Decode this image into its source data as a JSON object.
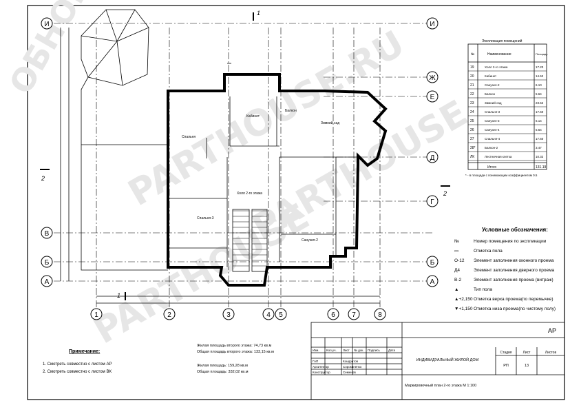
{
  "plan": {
    "grid_letters": [
      "И",
      "Ж",
      "Е",
      "Д",
      "Г",
      "В",
      "Б",
      "А"
    ],
    "grid_numbers": [
      "1",
      "2",
      "3",
      "4",
      "5",
      "6",
      "7",
      "8"
    ],
    "section_mark": "1",
    "section_mark_side": "2"
  },
  "room_labels": {
    "hall": "Холл 2-го этажа",
    "study": "Кабинет",
    "bedroom": "Спальня",
    "bedroom_2": "Спальня-3",
    "bath_1": "Санузел-2",
    "winter_garden": "Зимний сад",
    "loggia": "Балкон"
  },
  "legend": {
    "title": "Условные обозначения:",
    "items": [
      {
        "sym": "№",
        "text": "Номер помещения по экспликации"
      },
      {
        "sym": "▭",
        "text": "Отметка пола"
      },
      {
        "sym": "О-12",
        "text": "Элемент заполнения оконного проема"
      },
      {
        "sym": "Д4",
        "text": "Элемент заполнения дверного проема"
      },
      {
        "sym": "В-2",
        "text": "Элемент заполнения проема (витраж)"
      },
      {
        "sym": "▲",
        "text": "Тип пола"
      },
      {
        "sym": "▲+2,150",
        "text": "Отметка верха проема(по перемычке)"
      },
      {
        "sym": "▼+1,150",
        "text": "Отметка низа проема(по чистому полу)"
      }
    ]
  },
  "explication": {
    "title": "Экспликация помещений",
    "col_no": "№",
    "col_name": "Наименование",
    "col_area": "Площадь",
    "rows": [
      {
        "no": "19",
        "name": "Холл 2-го этажа",
        "area": "17.20"
      },
      {
        "no": "20",
        "name": "Кабинет",
        "area": "14.62"
      },
      {
        "no": "21",
        "name": "Санузел-2",
        "area": "6.10"
      },
      {
        "no": "22",
        "name": "Балкон",
        "area": "5.64"
      },
      {
        "no": "23",
        "name": "Зимний сад",
        "area": "23.52"
      },
      {
        "no": "24",
        "name": "Спальня-3",
        "area": "17.60"
      },
      {
        "no": "25",
        "name": "Санузел-3",
        "area": "6.14"
      },
      {
        "no": "26",
        "name": "Санузел-4",
        "area": "5.64"
      },
      {
        "no": "27",
        "name": "Спальня-4",
        "area": "17.60"
      },
      {
        "no": "28*",
        "name": "Балкон-2",
        "area": "3.47"
      },
      {
        "no": "ЛК",
        "name": "Лестничная клетка",
        "area": "10.32"
      }
    ],
    "total_label": "Итого",
    "total_value": "131.19",
    "footnote": "* - в площади с понижающим коэффициентом 0.5"
  },
  "notes": {
    "title": "Примечание:",
    "items": [
      "1. Смотреть совместно с листом АР",
      "2. Смотреть совместно с листом ВК"
    ]
  },
  "areas": {
    "line1": "Жилая площадь второго этажа: 74,73 кв.м",
    "line2": "Общая площадь второго этажа: 133,15 кв.м",
    "line3": "Жилая площадь: 159,28 кв.м",
    "line4": "Общая площадь: 332,02 кв.м"
  },
  "title_block": {
    "code": "АР",
    "headers": [
      "Изм.",
      "Кол.уч.",
      "Лист",
      "№ док.",
      "Подпись",
      "Дата"
    ],
    "project": "ИНДИВИДУАЛЬНЫЙ ЖИЛОЙ ДОМ",
    "stage_label": "Стадия",
    "sheet_label": "Лист",
    "sheets_label": "Листов",
    "stage": "РП",
    "sheet": "13",
    "sheet_title": "Маркировочный план 2-го этажа М 1:100",
    "roles": [
      {
        "role": "ГАП",
        "name": "Кондратов"
      },
      {
        "role": "Архитектор",
        "name": "Сорокиненко"
      },
      {
        "role": "Конструктор",
        "name": "Семенов"
      }
    ]
  },
  "watermarks": [
    "ОБНОВЛЕНО",
    "PARTHOUSE.RU",
    "PARTHOUSE",
    "PARTHOUSE"
  ]
}
